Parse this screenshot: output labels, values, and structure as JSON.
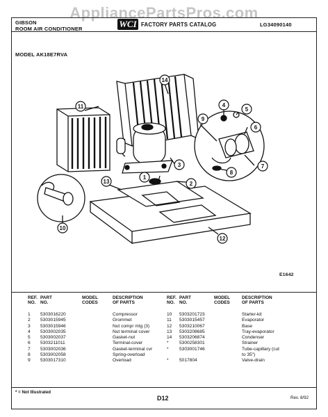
{
  "watermark": "AppliancePartsPros.com",
  "header": {
    "brand_line1": "GIBSON",
    "brand_line2": "ROOM AIR CONDITIONER",
    "logo_text": "WCI",
    "catalog_title": "FACTORY PARTS CATALOG",
    "catalog_number": "LG34090140",
    "model_label": "MODEL AK18E7RVA"
  },
  "diagram": {
    "figure_code": "E1642",
    "callouts": [
      "1",
      "2",
      "3",
      "4",
      "5",
      "6",
      "7",
      "8",
      "9",
      "10",
      "11",
      "12",
      "13",
      "14"
    ]
  },
  "table": {
    "headers": {
      "ref": "REF. NO.",
      "part": "PART NO.",
      "model": "MODEL CODES",
      "desc": "DESCRIPTION OF PARTS"
    },
    "left_rows": [
      {
        "ref": "1",
        "part": "5303016220",
        "code": "",
        "desc": "Compressor"
      },
      {
        "ref": "2",
        "part": "5303015945",
        "code": "",
        "desc": "Grommet"
      },
      {
        "ref": "3",
        "part": "5303015946",
        "code": "",
        "desc": "Nut compr mtg (3)"
      },
      {
        "ref": "4",
        "part": "5303002035",
        "code": "",
        "desc": "Nut terminal cover"
      },
      {
        "ref": "5",
        "part": "5303002037",
        "code": "",
        "desc": "Gasket-nut"
      },
      {
        "ref": "6",
        "part": "5303211011",
        "code": "",
        "desc": "Terminal-cover"
      },
      {
        "ref": "7",
        "part": "5303002036",
        "code": "",
        "desc": "Gasket-terminal cvr"
      },
      {
        "ref": "8",
        "part": "5303002058",
        "code": "",
        "desc": "Spring-overload"
      },
      {
        "ref": "9",
        "part": "5303017310",
        "code": "",
        "desc": "Overload"
      }
    ],
    "right_rows": [
      {
        "ref": "10",
        "part": "5303201723",
        "code": "",
        "desc": "Starter-kit"
      },
      {
        "ref": "11",
        "part": "5303015457",
        "code": "",
        "desc": "Evaporator"
      },
      {
        "ref": "12",
        "part": "5303210067",
        "code": "",
        "desc": "Base"
      },
      {
        "ref": "13",
        "part": "5303208685",
        "code": "",
        "desc": "Tray-evaporator"
      },
      {
        "ref": "14",
        "part": "5303206874",
        "code": "",
        "desc": "Condenser"
      },
      {
        "ref": "*",
        "part": "5300258301",
        "code": "",
        "desc": "Strainer"
      },
      {
        "ref": "*",
        "part": "5303001746",
        "code": "",
        "desc": "Tube-capillary (cut to 35\")"
      },
      {
        "ref": "*",
        "part": "5017804",
        "code": "",
        "desc": "Valve-drain"
      }
    ]
  },
  "footer": {
    "note": "* = Not Illustrated",
    "page_code": "D12",
    "revision": "Rev. 8/92"
  }
}
